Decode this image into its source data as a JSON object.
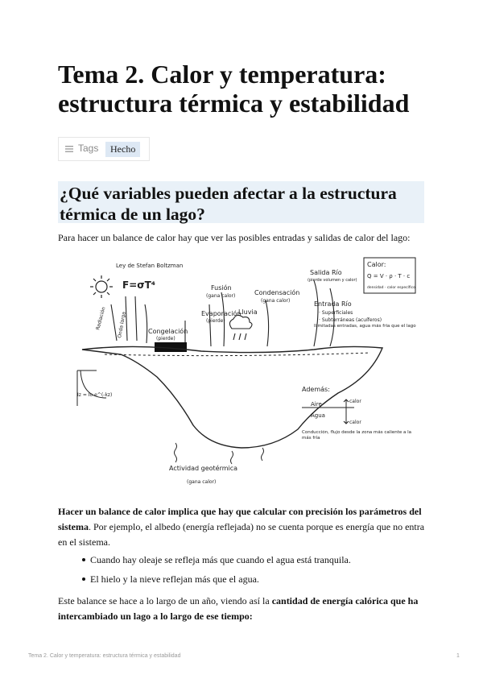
{
  "title": "Tema 2. Calor y temperatura: estructura térmica y estabilidad",
  "tags": {
    "label": "Tags",
    "value": "Hecho"
  },
  "section_heading": "¿Qué variables pueden afectar a la estructura térmica de un lago?",
  "intro": "Para hacer un balance de calor hay que ver las posibles entradas y salidas de calor del lago:",
  "diagram": {
    "stefan": "Ley de Stefan Boltzman",
    "formula": "F=σT⁴",
    "fusion": "Fusión",
    "fusion_note": "(gana calor)",
    "evaporacion": "Evaporación",
    "evaporacion_note": "(pierde)",
    "congelacion": "Congelación",
    "congelacion_note": "(pierde)",
    "condensacion": "Condensación",
    "condensacion_note": "(gana calor)",
    "lluvia": "Lluvia",
    "salida_rio": "Salida Río",
    "salida_rio_note": "(pierde volumen y calor)",
    "calor_box_title": "Calor:",
    "calor_formula": "Q = V · ρ · T · c",
    "calor_formula_note": "densidad · calor específico",
    "entrada_rio": "Entrada Río",
    "entrada_items": [
      "· Superficiales",
      "· Subterráneas (acuíferos)"
    ],
    "entrada_note": "Ilimitadas entradas, agua más fría que el lago",
    "radiacion_label": "Radiación",
    "onda_larga": "Onda larga",
    "side_formula": "Iz = Io e^(-kz)",
    "ademas": "Además:",
    "aire": "Aire",
    "agua": "Agua",
    "calor_up": "calor",
    "calor_down": "calor",
    "conduccion": "Conducción, flujo desde la zona más caliente a la más fría",
    "actividad": "Actividad geotérmica",
    "actividad_note": "(gana calor)"
  },
  "paragraph1": {
    "bold": "Hacer un balance de calor implica que hay que calcular con precisión los parámetros del sistema",
    "rest": ". Por ejemplo, el albedo (energía reflejada) no se cuenta porque es energía que no entra en el sistema."
  },
  "bullets": [
    "Cuando hay oleaje se refleja más que cuando el agua está tranquila.",
    "El hielo y la nieve reflejan más que el agua."
  ],
  "paragraph2": {
    "normal": "Este balance se hace a lo largo de un año, viendo así la ",
    "bold": "cantidad de energía calórica que ha intercambiado un lago a lo largo de ese tiempo:"
  },
  "footer": "Tema 2. Calor y temperatura: estructura térmica y estabilidad",
  "page_number": "1",
  "colors": {
    "heading_bg": "#e9f1f8",
    "tag_bg": "#dde8f4",
    "label_blue": "#2f6fb0"
  }
}
